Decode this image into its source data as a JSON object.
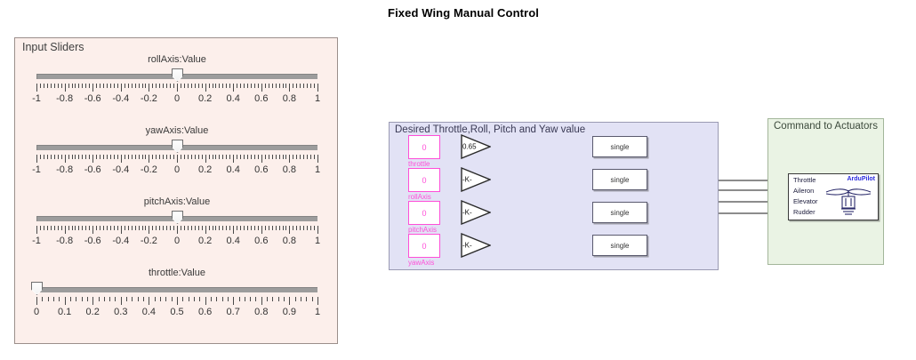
{
  "page": {
    "title": "Fixed Wing Manual Control"
  },
  "sliders_panel": {
    "caption": "Input Sliders",
    "sliders": [
      {
        "name": "rollAxis",
        "label": "rollAxis:Value",
        "value": 0,
        "min": -1,
        "max": 1,
        "major_step": 0.2,
        "minor_step": 0.025,
        "ticklabels": [
          "-1",
          "-0.8",
          "-0.6",
          "-0.4",
          "-0.2",
          "0",
          "0.2",
          "0.4",
          "0.6",
          "0.8",
          "1"
        ]
      },
      {
        "name": "yawAxis",
        "label": "yawAxis:Value",
        "value": 0,
        "min": -1,
        "max": 1,
        "major_step": 0.2,
        "minor_step": 0.025,
        "ticklabels": [
          "-1",
          "-0.8",
          "-0.6",
          "-0.4",
          "-0.2",
          "0",
          "0.2",
          "0.4",
          "0.6",
          "0.8",
          "1"
        ]
      },
      {
        "name": "pitchAxis",
        "label": "pitchAxis:Value",
        "value": 0,
        "min": -1,
        "max": 1,
        "major_step": 0.2,
        "minor_step": 0.025,
        "ticklabels": [
          "-1",
          "-0.8",
          "-0.6",
          "-0.4",
          "-0.2",
          "0",
          "0.2",
          "0.4",
          "0.6",
          "0.8",
          "1"
        ]
      },
      {
        "name": "throttle",
        "label": "throttle:Value",
        "value": 0,
        "min": 0,
        "max": 1,
        "major_step": 0.1,
        "minor_step": 0.02,
        "ticklabels": [
          "0",
          "0.1",
          "0.2",
          "0.3",
          "0.4",
          "0.5",
          "0.6",
          "0.7",
          "0.8",
          "0.9",
          "1"
        ]
      }
    ]
  },
  "diagram": {
    "desired_subsystem": {
      "caption": "Desired Throttle,Roll, Pitch and Yaw value",
      "channels": [
        {
          "const_value": "0",
          "signal_label": "throttle",
          "gain": "0.65",
          "convert": "single"
        },
        {
          "const_value": "0",
          "signal_label": "rollAxis",
          "gain": "-K-",
          "convert": "single"
        },
        {
          "const_value": "0",
          "signal_label": "pitchAxis",
          "gain": "-K-",
          "convert": "single"
        },
        {
          "const_value": "0",
          "signal_label": "yawAxis",
          "gain": "-K-",
          "convert": "single"
        }
      ]
    },
    "actuators_subsystem": {
      "caption": "Command to Actuators",
      "block": {
        "brand": "ArduPilot",
        "ports": [
          "Throttle",
          "Aileron",
          "Elevator",
          "Rudder"
        ]
      }
    }
  },
  "colors": {
    "slider_panel_bg": "#fcefeb",
    "subsystem_bg": "#e2e2f5",
    "actuator_bg": "#eaf3e4",
    "constant_magenta": "#ff4fd8",
    "brand_blue": "#2b2bdd"
  }
}
